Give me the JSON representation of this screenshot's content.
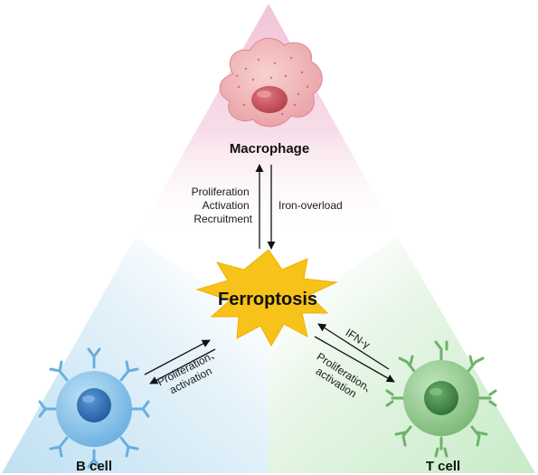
{
  "center": {
    "label": "Ferroptosis"
  },
  "cells": {
    "macrophage": {
      "label": "Macrophage"
    },
    "b_cell": {
      "label": "B cell"
    },
    "t_cell": {
      "label": "T cell"
    }
  },
  "edges": {
    "macrophage_left": [
      "Proliferation",
      "Activation",
      "Recruitment"
    ],
    "macrophage_right": "Iron-overload",
    "b_cell": [
      "Proliferation、",
      "activation"
    ],
    "t_cell_top": "IFN-γ",
    "t_cell_bottom": [
      "Proliferation、",
      "activation"
    ]
  },
  "colors": {
    "top_region": "#f3c8da",
    "left_region": "#c9e4f3",
    "right_region": "#cfeccf",
    "burst": "#f7c21a",
    "macrophage_body": "#f2b5b5",
    "macrophage_nucleus": "#c8535e",
    "b_cell_body": "#8cc6ec",
    "b_cell_nucleus": "#2f72b8",
    "t_cell_body": "#8fcb8a",
    "t_cell_nucleus": "#3f8a45"
  }
}
